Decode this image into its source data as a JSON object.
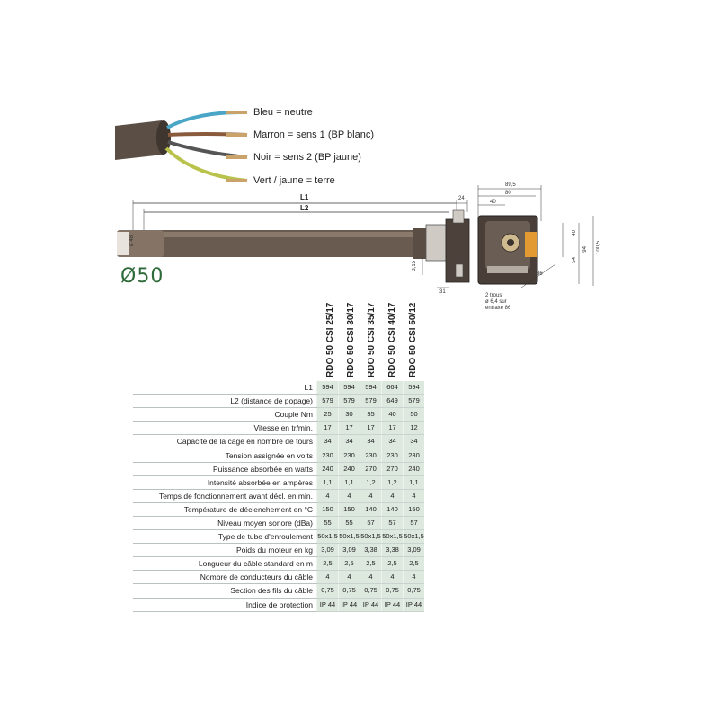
{
  "wires": [
    {
      "label": "Bleu = neutre",
      "color": "#4aa6c7"
    },
    {
      "label": "Marron = sens 1 (BP blanc)",
      "color": "#8a5a3c"
    },
    {
      "label": "Noir = sens 2 (BP jaune)",
      "color": "#555555"
    },
    {
      "label": "Vert / jaune = terre",
      "color": "#b9c24a"
    }
  ],
  "diameter_label": "Ø50",
  "dimensions": {
    "L1": "L1",
    "L2": "L2",
    "d24": "24",
    "d48": "ø 48",
    "d315": "3,15",
    "d31": "31",
    "d895": "89,5",
    "d80": "80",
    "d40a": "40",
    "d40b": "40",
    "d54": "54",
    "d94": "94",
    "d1005": "100,5",
    "d86": "86",
    "holes_note": [
      "2 trous",
      "ø 6,4 sur",
      "entraxe 86"
    ]
  },
  "table": {
    "columns": [
      "RDO 50 CSI 25/17",
      "RDO 50 CSI 30/17",
      "RDO 50 CSI 35/17",
      "RDO 50 CSI 40/17",
      "RDO 50 CSI 50/12"
    ],
    "rows": [
      {
        "label": "L1",
        "values": [
          "594",
          "594",
          "594",
          "664",
          "594"
        ]
      },
      {
        "label": "L2 (distance de popage)",
        "values": [
          "579",
          "579",
          "579",
          "649",
          "579"
        ]
      },
      {
        "label": "Couple Nm",
        "values": [
          "25",
          "30",
          "35",
          "40",
          "50"
        ]
      },
      {
        "label": "Vitesse en tr/min.",
        "values": [
          "17",
          "17",
          "17",
          "17",
          "12"
        ]
      },
      {
        "label": "Capacité de la cage en nombre de tours",
        "values": [
          "34",
          "34",
          "34",
          "34",
          "34"
        ]
      },
      {
        "label": "Tension assignée en volts",
        "values": [
          "230",
          "230",
          "230",
          "230",
          "230"
        ]
      },
      {
        "label": "Puissance absorbée en watts",
        "values": [
          "240",
          "240",
          "270",
          "270",
          "240"
        ]
      },
      {
        "label": "Intensité absorbée en ampères",
        "values": [
          "1,1",
          "1,1",
          "1,2",
          "1,2",
          "1,1"
        ]
      },
      {
        "label": "Temps de fonctionnement avant décl. en min.",
        "values": [
          "4",
          "4",
          "4",
          "4",
          "4"
        ]
      },
      {
        "label": "Température de déclenchement en °C",
        "values": [
          "150",
          "150",
          "140",
          "140",
          "150"
        ]
      },
      {
        "label": "Niveau moyen sonore (dBa)",
        "values": [
          "55",
          "55",
          "57",
          "57",
          "57"
        ]
      },
      {
        "label": "Type de tube d'enroulement",
        "values": [
          "50x1,5",
          "50x1,5",
          "50x1,5",
          "50x1,5",
          "50x1,5"
        ]
      },
      {
        "label": "Poids du moteur en kg",
        "values": [
          "3,09",
          "3,09",
          "3,38",
          "3,38",
          "3,09"
        ]
      },
      {
        "label": "Longueur du câble standard en m",
        "values": [
          "2,5",
          "2,5",
          "2,5",
          "2,5",
          "2,5"
        ]
      },
      {
        "label": "Nombre de conducteurs du câble",
        "values": [
          "4",
          "4",
          "4",
          "4",
          "4"
        ]
      },
      {
        "label": "Section des fils du câble",
        "values": [
          "0,75",
          "0,75",
          "0,75",
          "0,75",
          "0,75"
        ]
      },
      {
        "label": "Indice de protection",
        "values": [
          "IP 44",
          "IP 44",
          "IP 44",
          "IP 44",
          "IP 44"
        ]
      }
    ]
  }
}
